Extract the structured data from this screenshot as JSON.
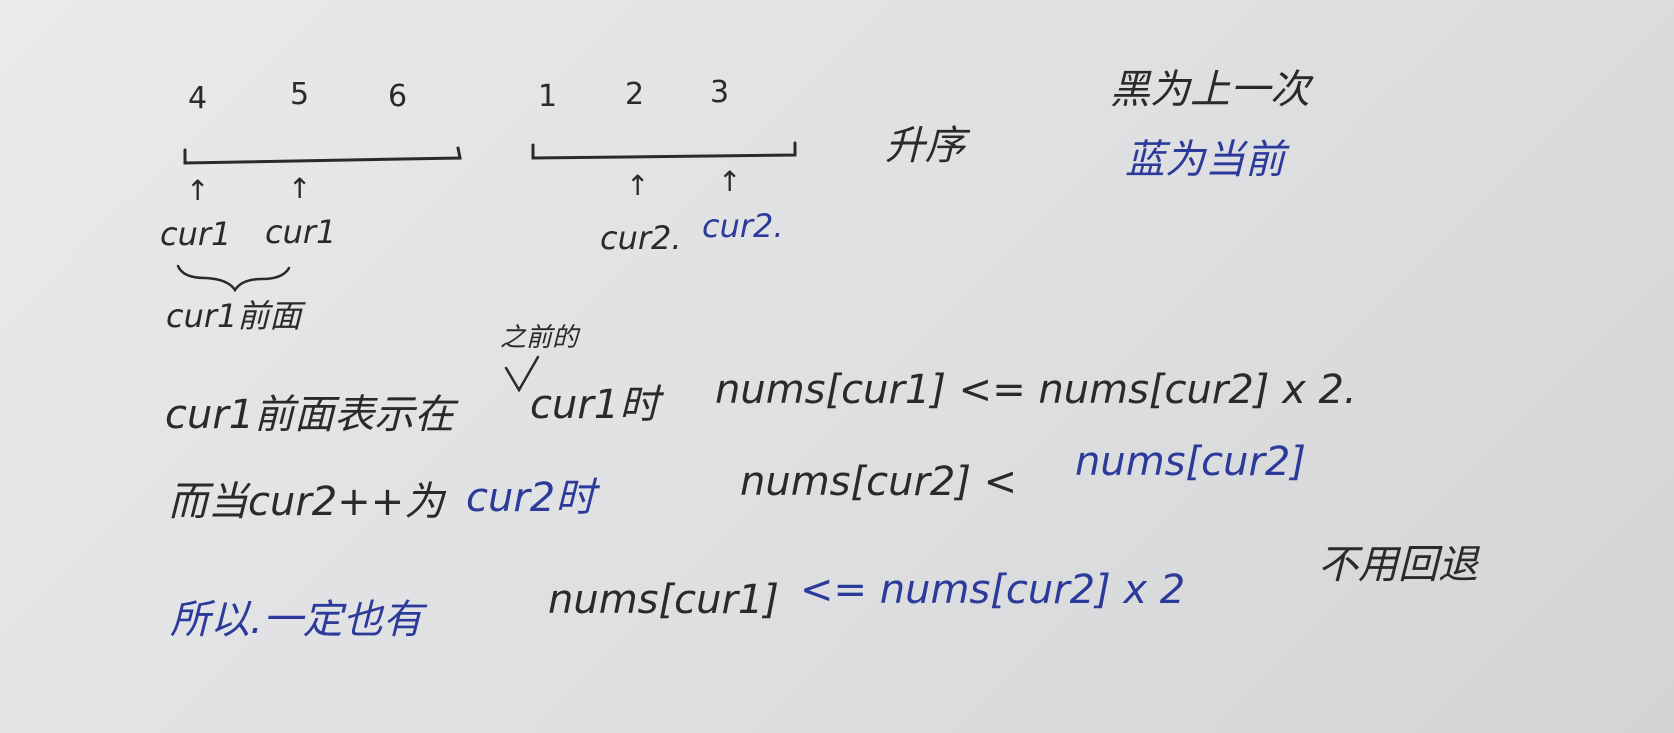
{
  "array_left": {
    "values": [
      "4",
      "5",
      "6"
    ]
  },
  "array_right": {
    "values": [
      "1",
      "2",
      "3"
    ]
  },
  "sorted_label": "升序",
  "legend": {
    "black": "黑为上一次",
    "blue": "蓝为当前"
  },
  "pointers": {
    "cur1_old": "cur1",
    "cur1_new": "cur1",
    "cur2_old": "cur2.",
    "cur2_new": "cur2."
  },
  "brace_label": "cur1前面",
  "line1": {
    "superscript": "之前的",
    "text_a": "cur1前面表示在",
    "text_b": "cur1时",
    "formula": "nums[cur1] <= nums[cur2] x 2."
  },
  "line2": {
    "text_a": "而当cur2++为",
    "text_b": "cur2时",
    "formula_black": "nums[cur2] <",
    "formula_blue": "nums[cur2]"
  },
  "line3": {
    "text_a": "所以.一定也有",
    "formula_black": "nums[cur1]",
    "formula_blue": "<= nums[cur2] x 2",
    "tail": "不用回退"
  },
  "colors": {
    "black_ink": "#2a2a2c",
    "blue_ink": "#2c3a9a",
    "paper": "#e3e4e6"
  }
}
